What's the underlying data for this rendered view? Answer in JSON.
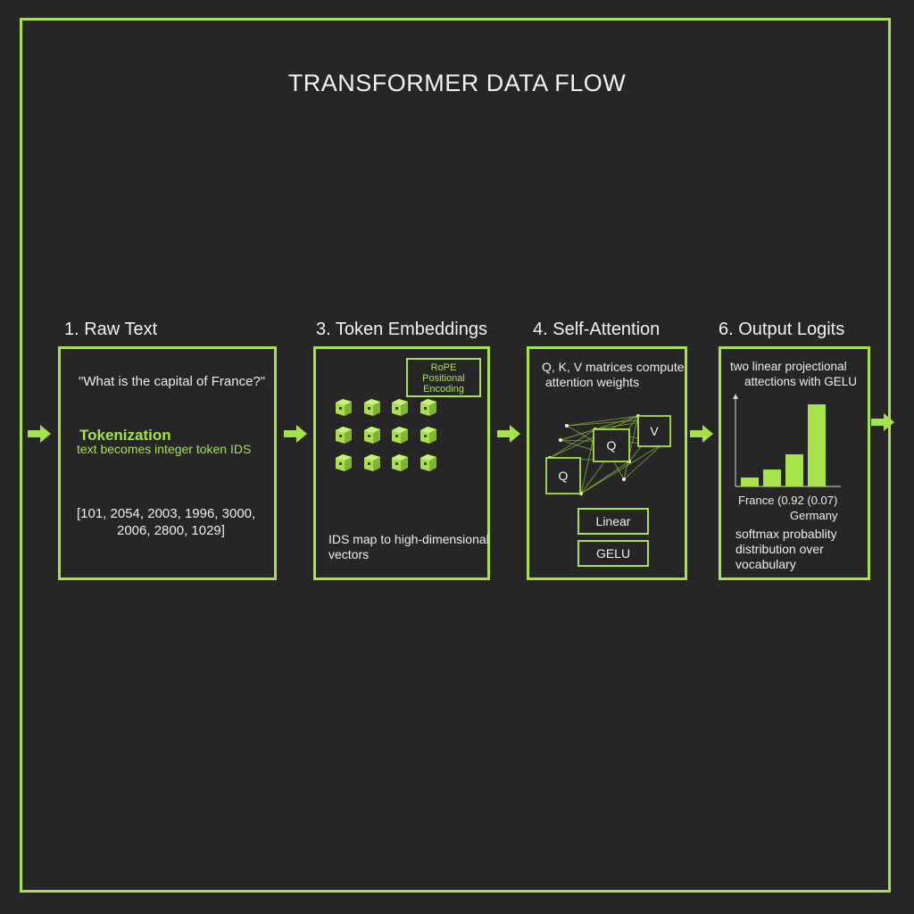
{
  "title": "TRANSFORMER DATA FLOW",
  "colors": {
    "accent": "#a6e34b",
    "background": "#262626",
    "text": "#f0f0f0"
  },
  "stages": {
    "raw_text": {
      "heading": "1. Raw Text",
      "quote": "\"What is the capital of France?\"",
      "tokenization_label": "Tokenization",
      "tokenization_desc": "text becomes integer token IDS",
      "ids_line1": "[101, 2054, 2003, 1996, 3000,",
      "ids_line2": "2006, 2800, 1029]"
    },
    "embeddings": {
      "heading": "3. Token Embeddings",
      "rope_line1": "RoPE",
      "rope_line2": "Positional",
      "rope_line3": "Encoding",
      "desc_line1": "IDS map to high-dimensional",
      "desc_line2": "vectors"
    },
    "attention": {
      "heading": "4. Self-Attention",
      "desc_line1": "Q, K, V matrices compute",
      "desc_line2": "attention weights",
      "q_label": "Q",
      "q2_label": "Q",
      "v_label": "V",
      "linear_label": "Linear",
      "gelu_label": "GELU"
    },
    "logits": {
      "heading": "6. Output Logits",
      "desc_line1": "two linear projectional",
      "desc_line2": "attections with GELU",
      "france_label": "France (0.92 (0.07)",
      "germany_label": "Germany",
      "foot_line1": "softmax probablity",
      "foot_line2": "distribution over",
      "foot_line3": "vocabulary"
    }
  },
  "chart_data": {
    "type": "bar",
    "categories": [
      "",
      "",
      "",
      ""
    ],
    "values": [
      0.1,
      0.19,
      0.36,
      0.92
    ],
    "ylim": [
      0,
      1
    ],
    "title": "",
    "xlabel": "",
    "ylabel": ""
  }
}
